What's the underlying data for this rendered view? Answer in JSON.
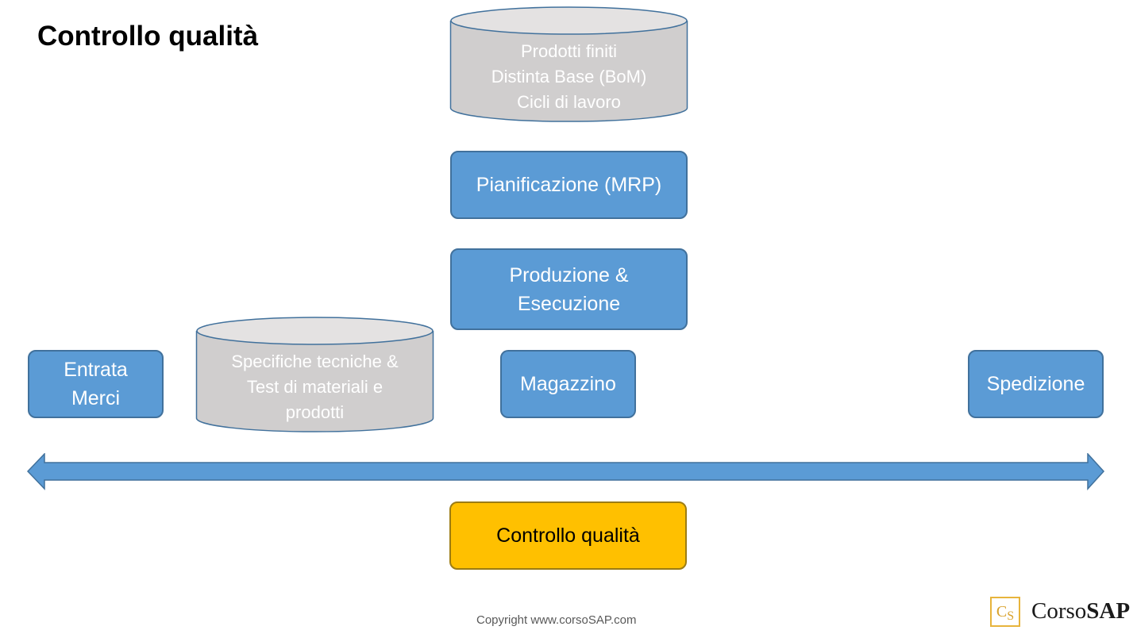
{
  "title": "Controllo qualità",
  "database_top": {
    "lines": [
      "Prodotti finiti",
      "Distinta Base (BoM)",
      "Cicli di lavoro"
    ]
  },
  "database_specs": {
    "lines": [
      "Specifiche tecniche &",
      "Test di materiali e",
      "prodotti"
    ]
  },
  "boxes": {
    "planning": [
      "Pianificazione (MRP)"
    ],
    "production": [
      "Produzione &",
      "Esecuzione"
    ],
    "goods_receipt": [
      "Entrata",
      "Merci"
    ],
    "warehouse": [
      "Magazzino"
    ],
    "shipping": [
      "Spedizione"
    ],
    "quality": [
      "Controllo qualità"
    ]
  },
  "footer": "Copyright www.corsoSAP.com",
  "logo": {
    "mark_a": "C",
    "mark_b": "S",
    "text_regular": "Corso",
    "text_bold": "SAP"
  },
  "colors": {
    "box_fill": "#5b9bd5",
    "box_border": "#41719c",
    "cylinder_fill": "#d0cece",
    "cylinder_top": "#e4e2e2",
    "highlight_fill": "#ffc000",
    "logo_gold": "#e7b43c"
  }
}
